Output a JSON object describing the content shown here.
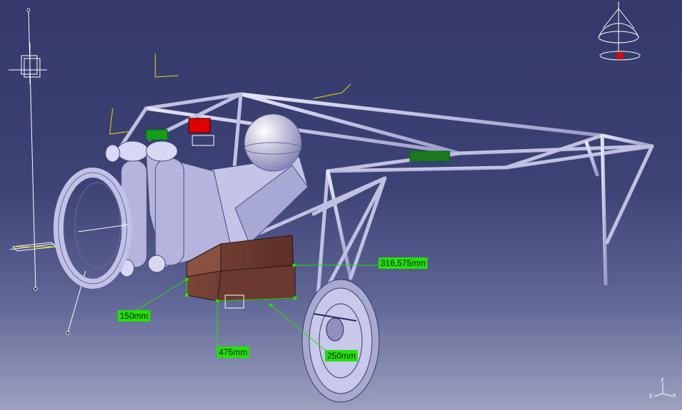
{
  "dimensions": [
    {
      "id": "dim-316",
      "value": "316,575mm"
    },
    {
      "id": "dim-150",
      "value": "150mm"
    },
    {
      "id": "dim-475",
      "value": "475mm"
    },
    {
      "id": "dim-250",
      "value": "250mm"
    }
  ],
  "axes": {
    "x": "x",
    "y": "y",
    "z": "z"
  },
  "colors": {
    "background_top": "#34386a",
    "background_bottom": "#9da0bf",
    "frame": "#c8c8ea",
    "dimension_label": "#22e000",
    "battery_box": "#6a3a30",
    "constraint_red": "#e00000",
    "constraint_green": "#14a014"
  },
  "icons": [
    "compass-icon",
    "axis-triad-icon"
  ]
}
